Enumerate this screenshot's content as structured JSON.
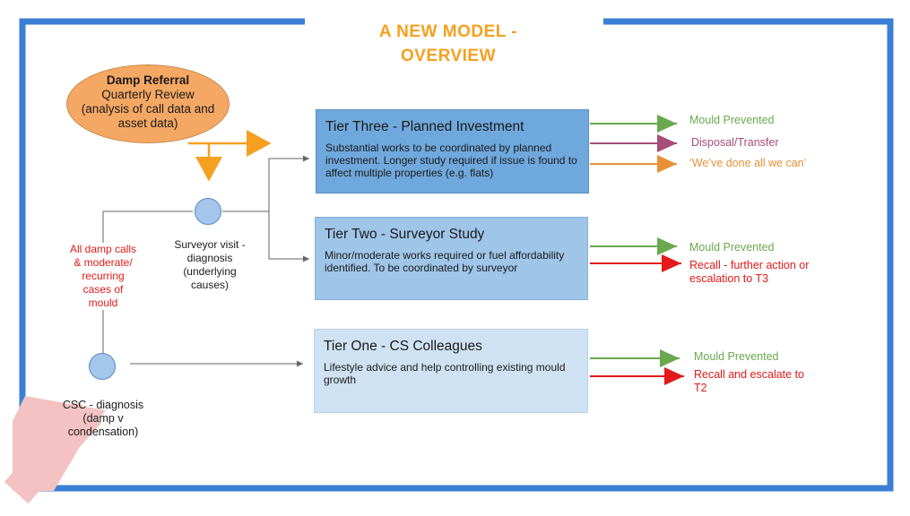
{
  "title": {
    "line1": "A NEW MODEL -",
    "line2": "OVERVIEW"
  },
  "referral": {
    "heading": "Damp Referral",
    "lines": [
      "Quarterly Review",
      "(analysis of call data and",
      "asset data)"
    ]
  },
  "surveyor_visit": {
    "lines": [
      "Surveyor visit -",
      "diagnosis",
      "(underlying",
      "causes)"
    ]
  },
  "damp_calls": {
    "lines": [
      "All damp calls",
      "& moderate/",
      "recurring",
      "cases of",
      "mould"
    ]
  },
  "csc": {
    "lines": [
      "CSC - diagnosis",
      "(damp v",
      "condensation)"
    ]
  },
  "tiers": [
    {
      "title": "Tier Three - Planned Investment",
      "body": "Substantial works to be coordinated by planned investment. Longer study required if issue is found to affect multiple properties (e.g. flats)",
      "color": "#6fa8dc"
    },
    {
      "title": "Tier Two - Surveyor Study",
      "body": "Minor/moderate works required or fuel affordability identified. To be coordinated by surveyor",
      "color": "#9fc5e8"
    },
    {
      "title": "Tier One - CS Colleagues",
      "body": "Lifestyle advice and help controlling existing mould growth",
      "color": "#cfe2f3"
    }
  ],
  "outcomes": {
    "tier3": [
      "Mould Prevented",
      "Disposal/Transfer",
      "‘We’ve done all we can’"
    ],
    "tier2": [
      "Mould Prevented",
      "Recall - further action or escalation to T3"
    ],
    "tier1": [
      "Mould Prevented",
      "Recall and escalate to T2"
    ]
  },
  "colors": {
    "frame": "#3a7fd5",
    "orange": "#f5a020",
    "green": "#6aa84f",
    "purple": "#a64d79",
    "red": "#e21a1a",
    "grey": "#666666",
    "pink": "#f4c2c2"
  }
}
